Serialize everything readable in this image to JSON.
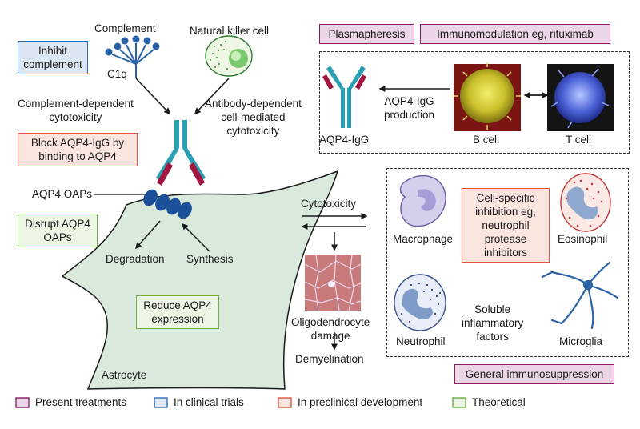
{
  "labels": {
    "complement": "Complement",
    "c1q": "C1q",
    "nk_cell": "Natural killer cell",
    "cdc": "Complement-dependent\ncytotoxicity",
    "adcc": "Antibody-dependent\ncell-mediated\ncytotoxicity",
    "aqp4_oaps": "AQP4 OAPs",
    "degradation": "Degradation",
    "synthesis": "Synthesis",
    "astrocyte": "Astrocyte",
    "cytotoxicity": "Cytotoxicity",
    "oligo_damage": "Oligodendrocyte\ndamage",
    "demyelination": "Demyelination",
    "aqp4_igg": "AQP4-IgG",
    "aqp4_igg_production": "AQP4-IgG\nproduction",
    "b_cell": "B cell",
    "t_cell": "T cell",
    "macrophage": "Macrophage",
    "eosinophil": "Eosinophil",
    "neutrophil": "Neutrophil",
    "soluble_factors": "Soluble\ninflammatory\nfactors",
    "microglia": "Microglia"
  },
  "treatments": {
    "inhibit_complement": "Inhibit\ncomplement",
    "block_aqp4": "Block AQP4-IgG by\nbinding to AQP4",
    "disrupt_oaps": "Disrupt AQP4\nOAPs",
    "reduce_expression": "Reduce AQP4\nexpression",
    "plasmapheresis": "Plasmapheresis",
    "immunomodulation": "Immunomodulation eg, rituximab",
    "cell_specific": "Cell-specific\ninhibition eg,\nneutrophil\nprotease\ninhibitors",
    "general_immunosuppression": "General immunosuppression"
  },
  "legend": {
    "present": "Present treatments",
    "clinical": "In clinical trials",
    "preclinical": "In preclinical development",
    "theoretical": "Theoretical"
  },
  "colors": {
    "present": "#8e1b6a",
    "clinical": "#2f6fb3",
    "preclinical": "#e0553a",
    "theoretical": "#6ab245",
    "astrocyte_fill": "#d9eadd",
    "antibody_teal": "#2aa0b5",
    "antibody_red": "#a3153f"
  }
}
